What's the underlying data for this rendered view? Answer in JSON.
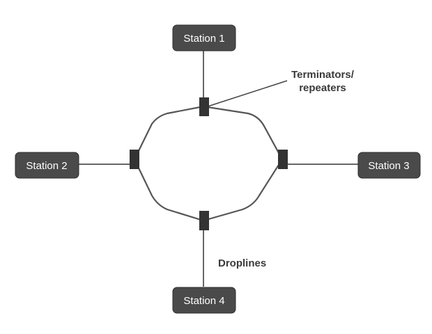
{
  "stations": [
    "Station 1",
    "Station 2",
    "Station 3",
    "Station 4"
  ],
  "callouts": {
    "terminators_line1": "Terminators/",
    "terminators_line2": "repeaters",
    "droplines": "Droplines"
  },
  "colors": {
    "station_fill": "#4a4a4a",
    "station_text": "#ffffff",
    "line": "#444444",
    "background": "#ffffff"
  }
}
